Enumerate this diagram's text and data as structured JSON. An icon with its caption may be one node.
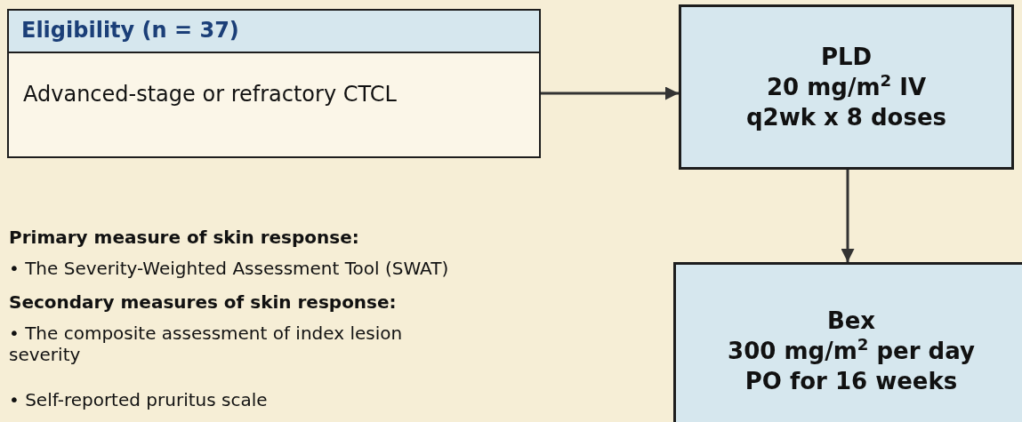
{
  "diagram": {
    "nodes": [
      {
        "text": [
          "Eligibility (n = 37)",
          "Advanced-stage or refractory CTCL"
        ]
      },
      {
        "text": [
          "PLD",
          "20 mg/m$^{2}$ IV",
          "q2wk x 8 doses"
        ]
      },
      {
        "text": [
          "Bex",
          "300 mg/m$^{2}$ per day",
          "PO for 16 weeks"
        ]
      }
    ],
    "edges": [
      {
        "from": 0,
        "to": 1,
        "arrow": "to"
      },
      {
        "from": 1,
        "to": 2,
        "arrow": "to"
      }
    ],
    "labels": [
      "Primary measure of skin response:",
      "• The Severity-Weighted Assessment Tool (SWAT)",
      "Secondary measures of skin response:",
      "• The composite assessment of index lesion severity",
      "• Self-reported pruritus scale"
    ]
  }
}
